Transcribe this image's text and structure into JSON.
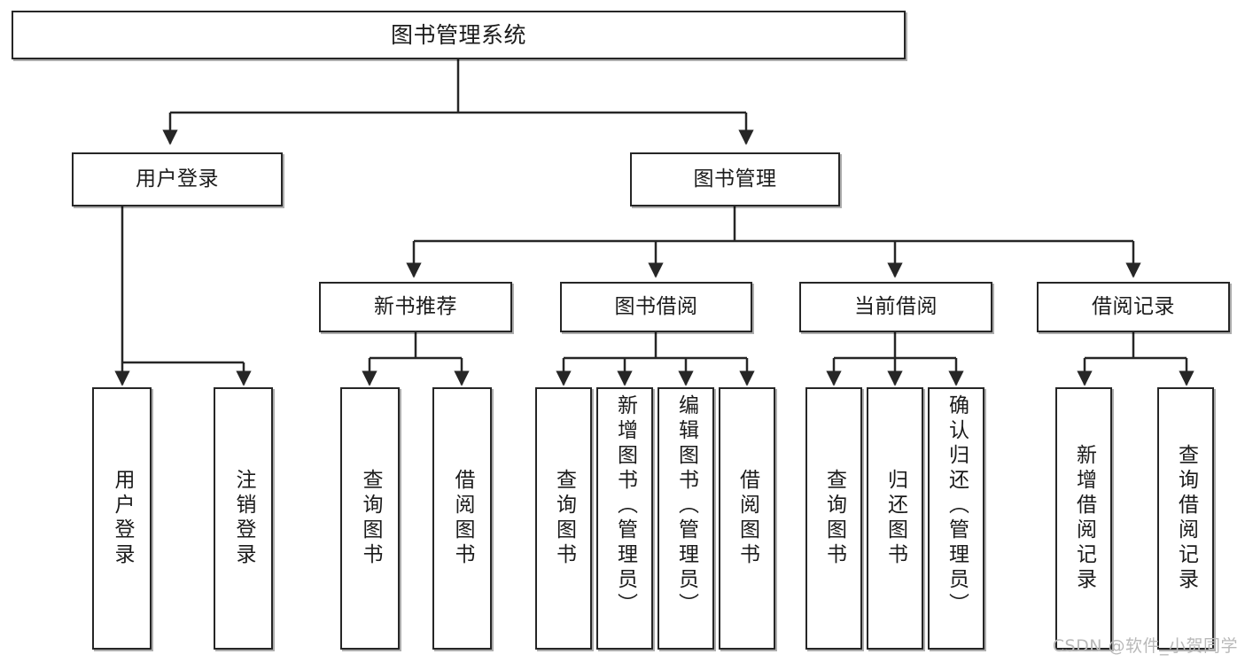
{
  "diagram": {
    "title": "图书管理系统",
    "type": "hierarchy-tree",
    "watermark": "CSDN @软件_小贺同学",
    "colors": {
      "stroke": "#262626",
      "text": "#1b1b1b",
      "background": "#ffffff",
      "watermark": "#b9b9b9"
    },
    "nodes": {
      "root": {
        "label": "图书管理系统"
      },
      "level2": [
        {
          "id": "user-login",
          "label": "用户登录"
        },
        {
          "id": "book-management",
          "label": "图书管理"
        }
      ],
      "level3": [
        {
          "id": "new-book-recommend",
          "label": "新书推荐"
        },
        {
          "id": "book-borrow",
          "label": "图书借阅"
        },
        {
          "id": "current-borrow",
          "label": "当前借阅"
        },
        {
          "id": "borrow-record",
          "label": "借阅记录"
        }
      ],
      "leaves": {
        "user-login": [
          {
            "id": "leaf-user-login",
            "label": "用户登录"
          },
          {
            "id": "leaf-logout",
            "label": "注销登录"
          }
        ],
        "new-book-recommend": [
          {
            "id": "leaf-query-book-1",
            "label": "查询图书"
          },
          {
            "id": "leaf-borrow-book-1",
            "label": "借阅图书"
          }
        ],
        "book-borrow": [
          {
            "id": "leaf-query-book-2",
            "label": "查询图书"
          },
          {
            "id": "leaf-add-book",
            "label": "新增图书（管理员）"
          },
          {
            "id": "leaf-edit-book",
            "label": "编辑图书（管理员）"
          },
          {
            "id": "leaf-borrow-book-2",
            "label": "借阅图书"
          }
        ],
        "current-borrow": [
          {
            "id": "leaf-query-book-3",
            "label": "查询图书"
          },
          {
            "id": "leaf-return-book",
            "label": "归还图书"
          },
          {
            "id": "leaf-confirm-return",
            "label": "确认归还（管理员）"
          }
        ],
        "borrow-record": [
          {
            "id": "leaf-add-record",
            "label": "新增借阅记录"
          },
          {
            "id": "leaf-query-record",
            "label": "查询借阅记录"
          }
        ]
      }
    }
  }
}
